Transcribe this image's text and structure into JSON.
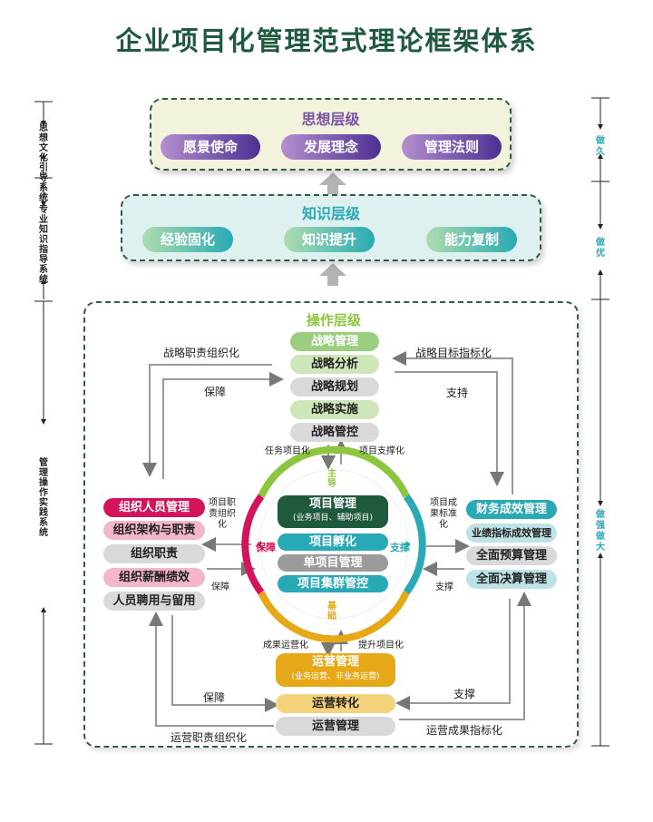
{
  "title": "企业项目化管理范式理论框架体系",
  "left_side": {
    "sections": [
      {
        "label": "思想文化引导系统"
      },
      {
        "label": "专业知识指导系统"
      },
      {
        "label": "管理操作实践系统"
      }
    ]
  },
  "right_side": {
    "sections": [
      {
        "label": "做久"
      },
      {
        "label": "做优"
      },
      {
        "label": "做强 做大"
      }
    ]
  },
  "thought_layer": {
    "title": "思想层级",
    "items": [
      "愿景使命",
      "发展理念",
      "管理法则"
    ]
  },
  "knowledge_layer": {
    "title": "知识层级",
    "items": [
      "经验固化",
      "知识提升",
      "能力复制"
    ]
  },
  "operation_layer": {
    "title": "操作层级",
    "strategy_items": [
      "战略管理",
      "战略分析",
      "战略规划",
      "战略实施",
      "战略管控"
    ],
    "left_items": [
      "组织人员管理",
      "组织架构与职责",
      "组织职责",
      "组织薪酬绩效",
      "人员聘用与留用"
    ],
    "right_items": [
      "财务成效管理",
      "业绩指标成效管理",
      "全面预算管理",
      "全面决算管理"
    ],
    "bottom_items": {
      "main": "运营管理",
      "main_sub": "(业务运营、非业务运营)",
      "items": [
        "运营转化",
        "运营管理"
      ]
    },
    "center": {
      "main": "项目管理",
      "main_sub": "(业务项目、辅助项目)",
      "items": [
        "项目孵化",
        "单项目管理",
        "项目集群管控"
      ],
      "ring_top": "主导",
      "ring_bottom": "基础",
      "ring_left": "保障",
      "ring_right": "支撑"
    },
    "labels": {
      "top_left": "战略职责组织化",
      "top_left_inner": "保障",
      "top_right": "战略目标指标化",
      "top_right_inner": "支持",
      "task_proj": "任务项目化",
      "proj_support": "项目支撑化",
      "left_ptr": "项目职责组织化",
      "left_guarantee": "保障",
      "right_ptr": "项目成果标准化",
      "right_support": "支撑",
      "result_ops": "成果运营化",
      "improve_proj": "提升项目化",
      "bottom_left_inner": "保障",
      "bottom_left": "运营职责组织化",
      "bottom_right_inner": "支撑",
      "bottom_right": "运营成果指标化"
    }
  },
  "colors": {
    "title": "#1f5a3f",
    "dashed_border": "#2f5e45",
    "thought_bg": "#f3f2dc",
    "knowledge_bg": "#dff0f1",
    "ring_green": "#8cc63f",
    "ring_teal": "#29a8b5",
    "ring_gold": "#e6a817",
    "ring_red": "#d4145a"
  }
}
